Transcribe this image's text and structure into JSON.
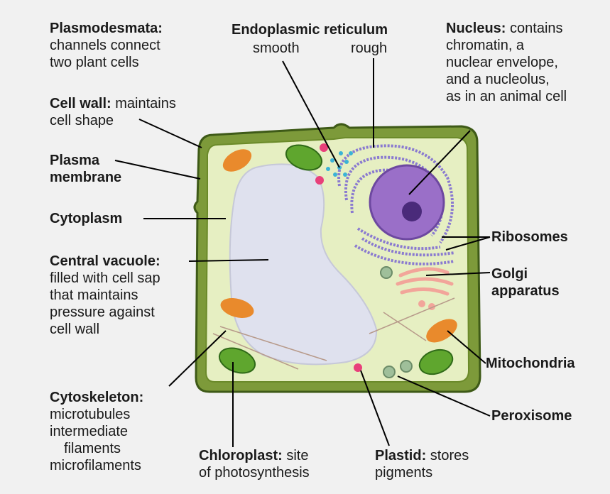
{
  "labels": {
    "plasmodesmata": {
      "title": "Plasmodesmata:",
      "lines": [
        "channels connect",
        "two plant cells"
      ]
    },
    "cell_wall": {
      "title": "Cell wall:",
      "rest": " maintains",
      "lines": [
        "cell shape"
      ]
    },
    "plasma_membrane": {
      "lines": [
        "Plasma",
        "membrane"
      ]
    },
    "cytoplasm": {
      "title": "Cytoplasm"
    },
    "central_vacuole": {
      "title": "Central vacuole:",
      "lines": [
        "filled with cell sap",
        "that maintains",
        "pressure against",
        "cell wall"
      ]
    },
    "cytoskeleton": {
      "title": "Cytoskeleton:",
      "lines": [
        "microtubules",
        "intermediate",
        "filaments",
        "microfilaments"
      ]
    },
    "chloroplast": {
      "title": "Chloroplast:",
      "rest": " site",
      "lines": [
        "of photosynthesis"
      ]
    },
    "plastid": {
      "title": "Plastid:",
      "rest": " stores",
      "lines": [
        "pigments"
      ]
    },
    "er": {
      "title": "Endoplasmic reticulum",
      "smooth": "smooth",
      "rough": "rough"
    },
    "nucleus": {
      "title": "Nucleus:",
      "rest": " contains",
      "lines": [
        "chromatin, a",
        "nuclear envelope,",
        "and a nucleolus,",
        "as in an animal cell"
      ]
    },
    "ribosomes": {
      "title": "Ribosomes"
    },
    "golgi": {
      "lines": [
        "Golgi",
        "apparatus"
      ]
    },
    "mitochondria": {
      "title": "Mitochondria"
    },
    "peroxisome": {
      "title": "Peroxisome"
    }
  },
  "colors": {
    "wall": "#7d9a3a",
    "wall_dark": "#3e5a17",
    "cytoplasm": "#e6efc2",
    "vacuole": "#dfe1ee",
    "nucleus": "#9a6fc8",
    "nucleolus": "#4a2a7a",
    "er": "#8a7ad0",
    "mitochondria": "#e98a2c",
    "chloroplast": "#5fa62e",
    "golgi": "#f2a59a",
    "plastid": "#e8407a",
    "peroxisome": "#9fbf9a",
    "smooth_er": "#3bb3d6"
  }
}
